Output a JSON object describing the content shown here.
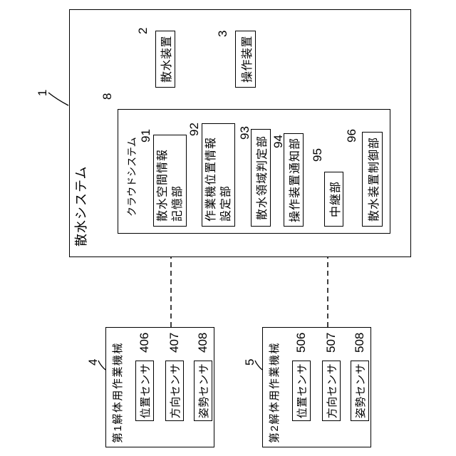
{
  "diagram": {
    "system": {
      "label": "散水システム",
      "ref": "1"
    },
    "cloud": {
      "label": "クラウドシステム",
      "ref": "8",
      "units": [
        {
          "ref": "91",
          "line1": "散水空間情報",
          "line2": "記憶部"
        },
        {
          "ref": "92",
          "line1": "作業機位置情報",
          "line2": "設定部"
        },
        {
          "ref": "93",
          "line1": "散水領域判定部"
        },
        {
          "ref": "94",
          "line1": "操作装置通知部"
        },
        {
          "ref": "95",
          "line1": "中継部"
        },
        {
          "ref": "96",
          "line1": "散水装置制御部"
        }
      ]
    },
    "devices": [
      {
        "ref": "2",
        "label": "散水装置"
      },
      {
        "ref": "3",
        "label": "操作装置"
      }
    ],
    "machines": [
      {
        "ref": "4",
        "label": "第1解体用作業機械",
        "sensors": [
          {
            "ref": "406",
            "label": "位置センサ"
          },
          {
            "ref": "407",
            "label": "方向センサ"
          },
          {
            "ref": "408",
            "label": "姿勢センサ"
          }
        ]
      },
      {
        "ref": "5",
        "label": "第2解体用作業機械",
        "sensors": [
          {
            "ref": "506",
            "label": "位置センサ"
          },
          {
            "ref": "507",
            "label": "方向センサ"
          },
          {
            "ref": "508",
            "label": "姿勢センサ"
          }
        ]
      }
    ]
  }
}
